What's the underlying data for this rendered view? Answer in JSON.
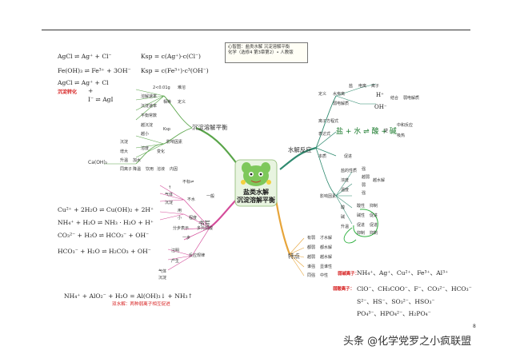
{
  "header": {
    "line1": "心智图：盐类水解  沉淀溶解平衡",
    "line2": "化学（选修4  第3章第2）• 人教版"
  },
  "center": {
    "line1": "盐类水解",
    "line2": "沉淀溶解平衡"
  },
  "branches": {
    "left_top": "沉淀溶解平衡",
    "left_bottom": "书写",
    "right_top": "水解反应",
    "right_bottom": "特点"
  },
  "left_equations": {
    "eq1_left": "AgCl ⇌ Ag⁺ + Cl⁻",
    "eq1_right": "Ksp = c(Ag⁺)·c(Cl⁻)",
    "eq2_left": "Fe(OH)₃ ⇌ Fe³⁺ + 3OH⁻",
    "eq2_right": "Ksp = c(Fe³⁺)·c³(OH⁻)",
    "eq3_top": "AgCl ⇌ Ag⁺ + Cl",
    "eq3_plus": "+",
    "eq3_bottom": "I⁻ ⇌ AgI",
    "conversion": "沉淀转化",
    "caoh2": "Ca(OH)₂"
  },
  "write_equations": {
    "e1": "Cu²⁺ + 2H₂O ⇌ Cu(OH)₂ + 2H⁺",
    "e2": "NH₄⁺ + H₂O ⇌ NH₃ · H₂O + H⁺",
    "e3": "CO₃²⁻ + H₂O ⇌ HCO₃⁻ + OH⁻",
    "e4": "HCO₃⁻ + H₂O ⇌ H₂CO₃ + OH⁻",
    "e5": "NH₄⁺ + AlO₂⁻ + H₂O = Al(OH)₃↓ + NH₃↑",
    "e5_note": "双水解：两种弱离子相互促进"
  },
  "top_branch_labels": {
    "l1": "2<0.01g",
    "l2": "难溶",
    "l3": "溶解速率",
    "l4": "沉淀速率",
    "l5": "相等",
    "l6": "定义",
    "l7": "平衡常数",
    "l8": "越沉淀",
    "l9": "越小",
    "l10": "Ksp",
    "l11": "沉淀",
    "l12": "溶度",
    "l13": "增大",
    "l14": "影响因素",
    "l15": "变化",
    "l16": "升温",
    "l17": "加水",
    "l18": "同离子",
    "l19": "降温",
    "l20": "饮用",
    "l21": "溶液",
    "l22": "内因"
  },
  "mid_left_labels": {
    "m1": "不标⇌",
    "m2": "↑",
    "m3": "气体",
    "m4": "沉淀",
    "m5": "不水",
    "m6": "一般",
    "m7": "用",
    "m8": "小",
    "m9": "程度",
    "m10": "分步表示",
    "m11": "多元弱酸",
    "m12": "一步",
    "m13": "注明",
    "m14": "产生",
    "m15": "反应规律",
    "m16": "气体",
    "m17": "沉淀"
  },
  "right_labels": {
    "r1": "定义",
    "r2": "水电离",
    "r3": "弱电解质",
    "r4": "盐",
    "r5": "电离",
    "r6": "离子",
    "r7": "H⁺",
    "r8": "OH⁻",
    "r9": "结合",
    "r10": "弱电解质",
    "r11": "离子方程式",
    "r12": "表达式",
    "r13": "盐 + 水 ⇌ 酸 + 碱",
    "r14": "中和反应",
    "r15": "逆",
    "r16": "吸热",
    "r17": "本质",
    "r18": "促进",
    "r19": "盐的性质",
    "r20": "浓度",
    "r21": "影响因素",
    "r22": "温度",
    "r23": "酸",
    "r24": "碱",
    "r25": "升温",
    "r26": "强",
    "r27": "越弱",
    "r28": "弱",
    "r29": "强",
    "r30": "越水解",
    "r31": "酸性",
    "r32": "碱性",
    "r33": "抑制",
    "r34": "促进",
    "r35": "促进",
    "r36": "抑制",
    "r37": "促进",
    "r38": "抑制"
  },
  "feature_labels": {
    "f1": "有弱",
    "f2": "才水解",
    "f3": "都弱",
    "f4": "都水解",
    "f5": "越弱",
    "f6": "越水解",
    "f7": "谁强",
    "f8": "显谁性",
    "f9": "同强",
    "f10": "中性"
  },
  "ion_lists": {
    "weak_base_label": "弱碱离子：",
    "weak_base": "NH₄⁺、Ag⁺、Cu²⁺、Fe³⁺、Al³⁺",
    "weak_acid_label": "弱酸离子：",
    "weak_acid_1": "ClO⁻、CH₃COO⁻、F⁻、CO₃²⁻、HCO₃⁻",
    "weak_acid_2": "S²⁻、HS⁻、SO₃²⁻、HSO₃⁻",
    "weak_acid_3": "PO₄³⁻、HPO₄²⁻、H₂PO₄⁻"
  },
  "footer": {
    "watermark": "头条 @化学党罗之小疯联盟",
    "page_number": "8"
  }
}
